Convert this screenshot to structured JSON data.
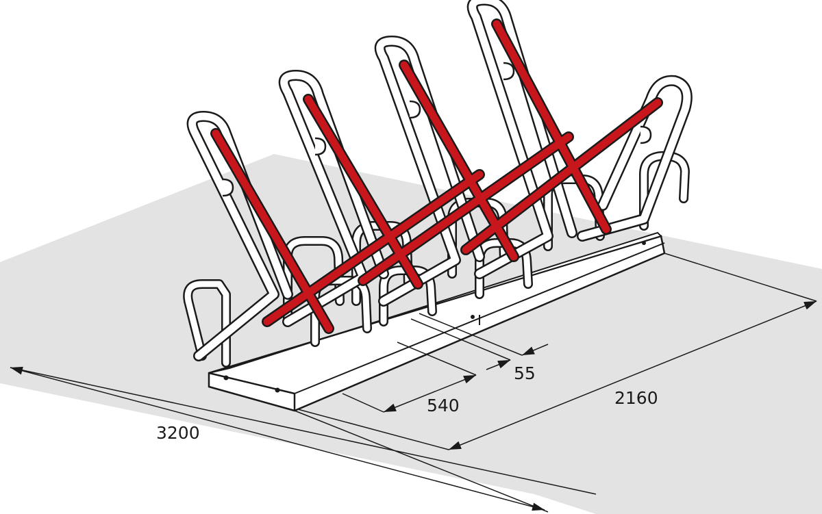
{
  "diagram": {
    "subject": "",
    "dimensions": {
      "pitch_gap": "55",
      "bay_spacing": "540",
      "rack_length": "2160",
      "footprint_length": "3200"
    },
    "colors": {
      "floor": "#e3e3e3",
      "tube_outline": "#1a1a1a",
      "tube_fill": "#ffffff",
      "reflective_stripe": "#c8161d",
      "dimension_line": "#1a1a1a"
    }
  }
}
